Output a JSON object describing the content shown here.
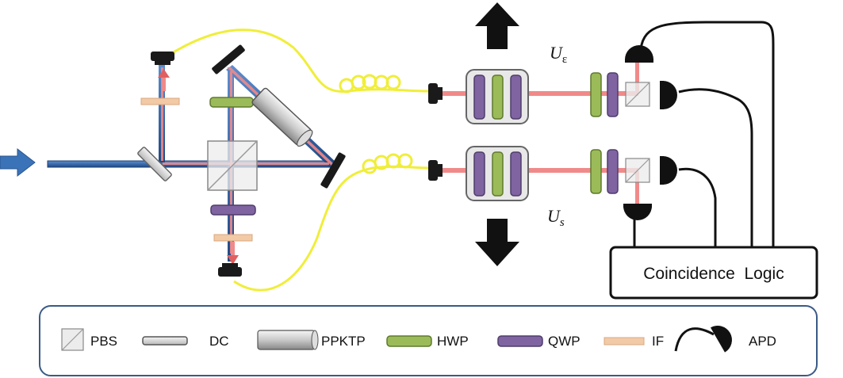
{
  "labels": {
    "u_epsilon_main": "U",
    "u_epsilon_sub": "ε",
    "u_s_main": "U",
    "u_s_sub": "s",
    "coincidence": "Coincidence  Logic"
  },
  "legend": [
    {
      "key": "pbs",
      "label": "PBS"
    },
    {
      "key": "dc",
      "label": "DC"
    },
    {
      "key": "ppktp",
      "label": "PPKTP"
    },
    {
      "key": "hwp",
      "label": "HWP"
    },
    {
      "key": "qwp",
      "label": "QWP"
    },
    {
      "key": "if",
      "label": "IF"
    },
    {
      "key": "apd",
      "label": "APD"
    }
  ],
  "colors": {
    "pump": "#2f5d9e",
    "signal": "#f08a8a",
    "fiber": "#f0ee3a",
    "hwp": "#9bbb59",
    "qwp": "#8064a2",
    "if": "#f2caa6",
    "legend_border": "#3a5a86"
  }
}
